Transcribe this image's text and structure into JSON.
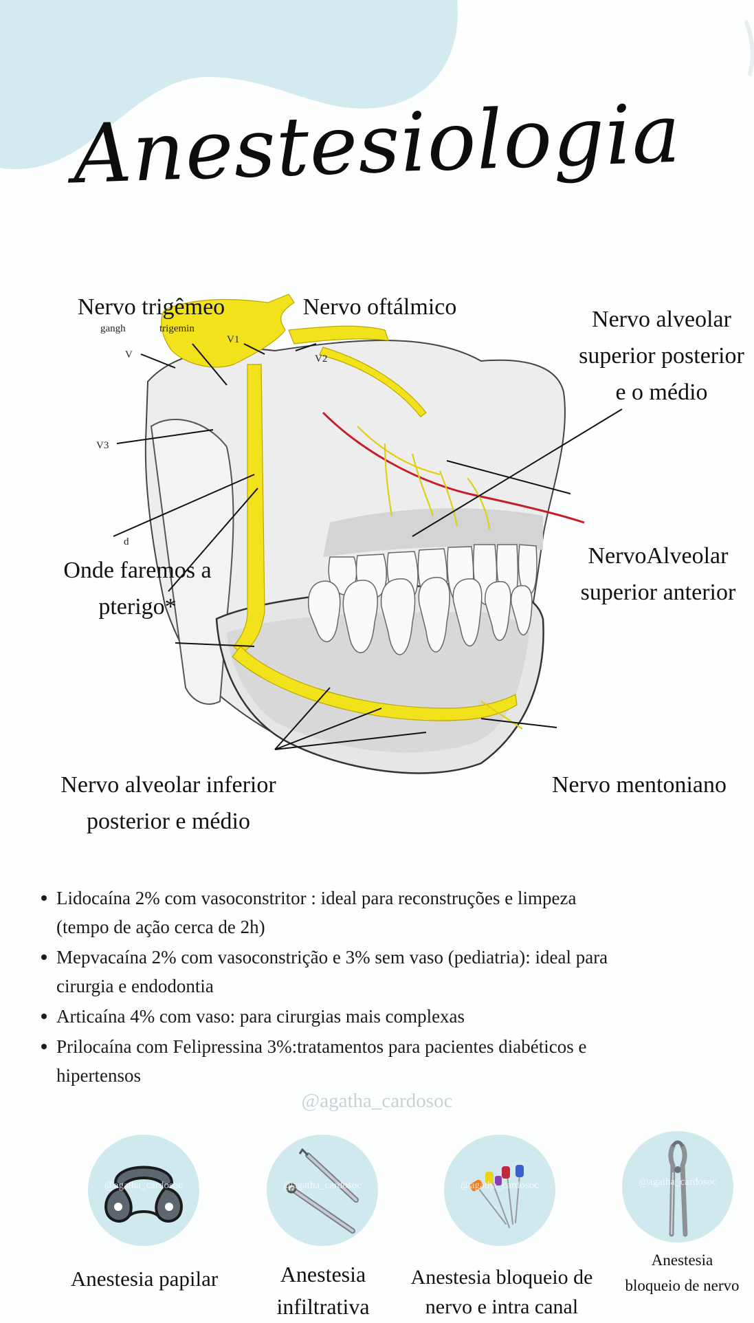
{
  "title": "Anestesiologia",
  "diagram": {
    "labels": {
      "trigemeo": "Nervo trigêmeo",
      "oftalmico": "Nervo oftálmico",
      "alveolar_sup_post": "Nervo alveolar superior posterior e o médio",
      "pterigo": "Onde faremos a pterigo*",
      "alveolar_sup_ant": "NervoAlveolar superior anterior",
      "alveolar_inf": "Nervo alveolar inferior posterior e médio",
      "mentoniano": "Nervo mentoniano"
    },
    "small_labels": {
      "gangl": "gangh",
      "trigem": "trigemin",
      "v": "V",
      "v1": "V1",
      "v2": "V2",
      "v3": "V3",
      "d": "d"
    },
    "colors": {
      "nerve": "#f2e21c",
      "bone": "#e3e3e3",
      "cut": "#c41e2a"
    }
  },
  "bullets": [
    "Lidocaína 2% com vasoconstritor : ideal para reconstruções e limpeza (tempo de ação cerca de 2h)",
    "Mepvacaína 2% com vasoconstrição e 3% sem vaso (pediatria): ideal para cirurgia e endodontia",
    " Articaína 4% com vaso: para cirurgias mais complexas",
    "Prilocaína com Felipressina 3%:tratamentos para pacientes diabéticos e hipertensos"
  ],
  "watermark": "@agatha_cardosoc",
  "techniques": [
    {
      "label": "Anestesia papilar",
      "icon": "rubber-dam-clamp-icon",
      "watermark": "@agatha_cardosoc"
    },
    {
      "label": "Anestesia infiltrativa",
      "icon": "dental-instruments-icon",
      "watermark": "@agatha_cardosoc"
    },
    {
      "label": "Anestesia bloqueio de nervo e intra canal",
      "icon": "endodontic-files-icon",
      "watermark": "@agatha_cardosoc"
    },
    {
      "label": "Anestesia bloqueio de nervo",
      "icon": "extraction-forceps-icon",
      "watermark": "@agatha_cardosoc"
    }
  ],
  "accent_color": "#cfe9ee"
}
